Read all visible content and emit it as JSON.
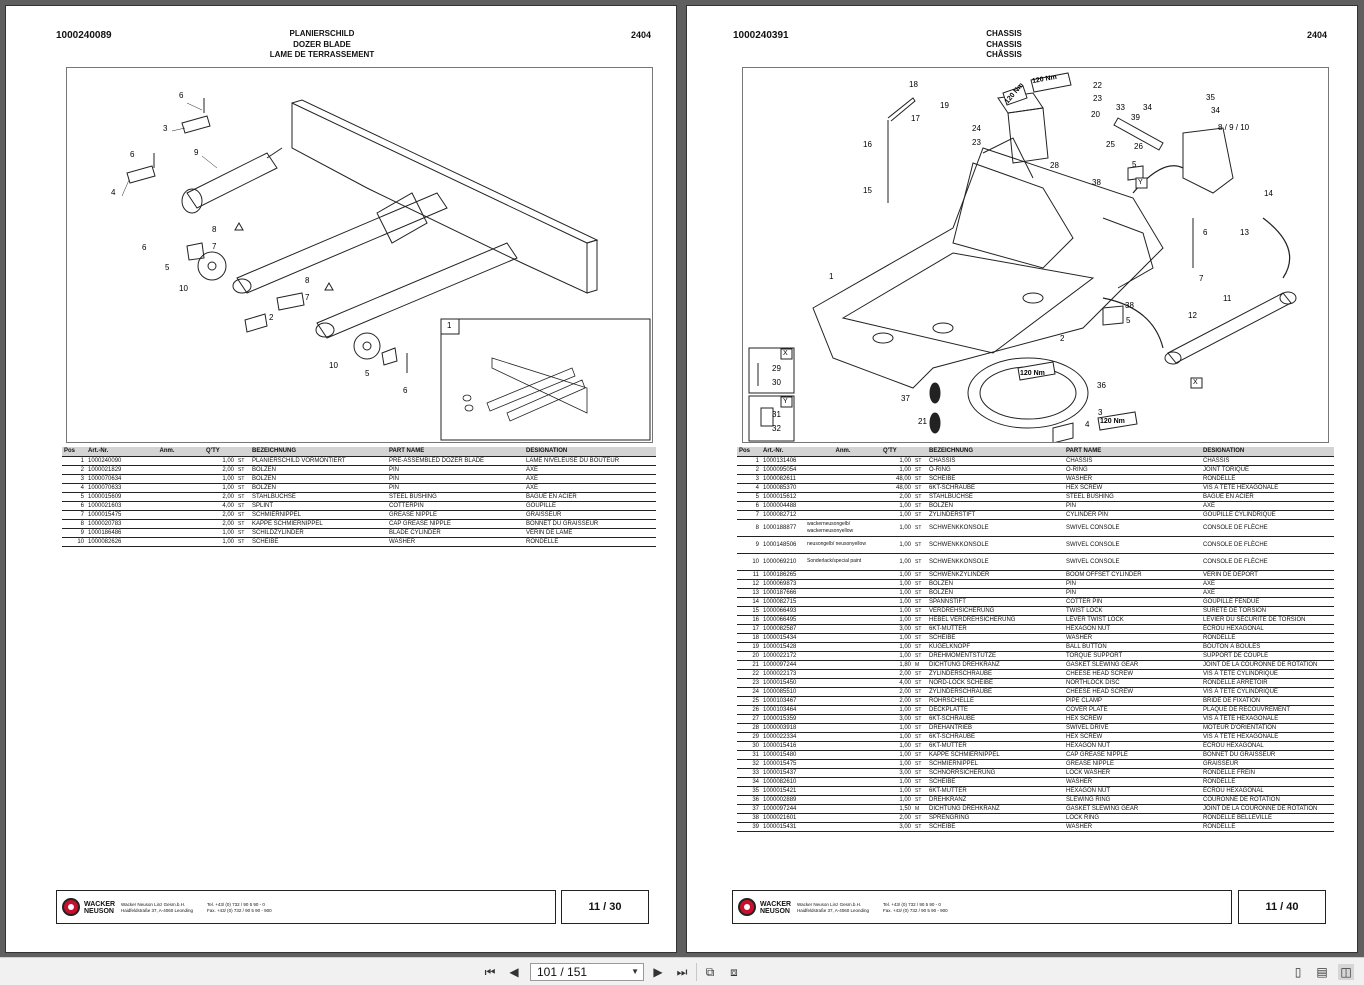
{
  "left_page": {
    "doc_number": "1000240089",
    "version": "2404",
    "title_lines": [
      "PLANIERSCHILD",
      "DOZER BLADE",
      "LAME DE TERRASSEMENT"
    ],
    "drawing_inset_label": "1",
    "callouts": [
      "6",
      "3",
      "9",
      "6",
      "4",
      "8",
      "7",
      "6",
      "5",
      "10",
      "8",
      "7",
      "2",
      "10",
      "5",
      "6"
    ],
    "table_headers": [
      "Pos",
      "Art.-Nr.",
      "Anm.",
      "Q'TY",
      "BEZEICHNUNG",
      "PART NAME",
      "DESIGNATION"
    ],
    "rows": [
      [
        "1",
        "1000240090",
        "",
        "1,00",
        "ST",
        "PLANIERSCHILD VORMONTIERT",
        "PRE-ASSEMBLED DOZER BLADE",
        "LAME NIVELEUSE DU BOUTEUR"
      ],
      [
        "2",
        "1000021829",
        "",
        "2,00",
        "ST",
        "BOLZEN",
        "PIN",
        "AXE"
      ],
      [
        "3",
        "1000070634",
        "",
        "1,00",
        "ST",
        "BOLZEN",
        "PIN",
        "AXE"
      ],
      [
        "4",
        "1000070633",
        "",
        "1,00",
        "ST",
        "BOLZEN",
        "PIN",
        "AXE"
      ],
      [
        "5",
        "1000015609",
        "",
        "2,00",
        "ST",
        "STAHLBUCHSE",
        "STEEL BUSHING",
        "BAGUE EN ACIER"
      ],
      [
        "6",
        "1000021603",
        "",
        "4,00",
        "ST",
        "SPLINT",
        "COTTERPIN",
        "GOUPILLE"
      ],
      [
        "7",
        "1000015475",
        "",
        "2,00",
        "ST",
        "SCHMIERNIPPEL",
        "GREASE NIPPLE",
        "GRAISSEUR"
      ],
      [
        "8",
        "1000020783",
        "",
        "2,00",
        "ST",
        "KAPPE SCHMIERNIPPEL",
        "CAP GREASE NIPPLE",
        "BONNET DU GRAISSEUR"
      ],
      [
        "9",
        "1000186486",
        "",
        "1,00",
        "ST",
        "SCHILDZYLINDER",
        "BLADE CYLINDER",
        "VÉRIN DE LAME"
      ],
      [
        "10",
        "1000082626",
        "",
        "1,00",
        "ST",
        "SCHEIBE",
        "WASHER",
        "RONDELLE"
      ]
    ],
    "footer": {
      "brand_line1": "WACKER",
      "brand_line2": "NEUSON",
      "addr_line1": "Wacker Neuson Linz  Gesm.b.H.",
      "addr_line2": "Haidfeldstraße 37, A-4060 Leonding",
      "tel_line1": "Tel. +43/ (0) 732 / 90 5 90 - 0",
      "tel_line2": "Fax. +43/ (0) 732 / 90 5 90 - 900",
      "page_count": "11 / 30"
    }
  },
  "right_page": {
    "doc_number": "1000240391",
    "version": "2404",
    "title_lines": [
      "CHASSIS",
      "CHASSIS",
      "CHÂSSIS"
    ],
    "torque_labels": [
      "120 Nm",
      "120 Nm",
      "120 Nm",
      "120 Nm"
    ],
    "callouts": [
      "18",
      "19",
      "17",
      "16",
      "15",
      "22",
      "23",
      "20",
      "24",
      "23",
      "28",
      "33",
      "34",
      "39",
      "25",
      "26",
      "5",
      "38",
      "35",
      "34",
      "8 / 9 / 10",
      "14",
      "13",
      "6",
      "7",
      "11",
      "12",
      "38",
      "5",
      "1",
      "2",
      "36",
      "37",
      "21",
      "3",
      "4",
      "29",
      "30",
      "31",
      "32",
      "X",
      "Y",
      "X",
      "Y"
    ],
    "table_headers": [
      "Pos",
      "Art.-Nr.",
      "Anm.",
      "Q'TY",
      "BEZEICHNUNG",
      "PART NAME",
      "DESIGNATION"
    ],
    "rows": [
      [
        "1",
        "1000131406",
        "",
        "1,00",
        "ST",
        "CHASSIS",
        "CHASSIS",
        "CHÂSSIS"
      ],
      [
        "2",
        "1000095054",
        "",
        "1,00",
        "ST",
        "O-RING",
        "O-RING",
        "JOINT TORIQUE"
      ],
      [
        "3",
        "1000082611",
        "",
        "48,00",
        "ST",
        "SCHEIBE",
        "WASHER",
        "RONDELLE"
      ],
      [
        "4",
        "1000085370",
        "",
        "48,00",
        "ST",
        "6KT-SCHRAUBE",
        "HEX SCREW",
        "VIS À TÊTE HEXAGONALE"
      ],
      [
        "5",
        "1000015612",
        "",
        "2,00",
        "ST",
        "STAHLBUCHSE",
        "STEEL BUSHING",
        "BAGUE EN ACIER"
      ],
      [
        "6",
        "1000004488",
        "",
        "1,00",
        "ST",
        "BOLZEN",
        "PIN",
        "AXE"
      ],
      [
        "7",
        "1000082712",
        "",
        "1,00",
        "ST",
        "ZYLINDERSTIFT",
        "CYLINDER PIN",
        "GOUPILLE CYLINDRIQUE"
      ],
      [
        "8",
        "1000188877",
        "wackerneusongelb/ wackerneusonyellow",
        "1,00",
        "ST",
        "SCHWENKKONSOLE",
        "SWIVEL CONSOLE",
        "CONSOLE DE FLÈCHE"
      ],
      [
        "9",
        "1000148506",
        "neusongelb/ neusonyellow",
        "1,00",
        "ST",
        "SCHWENKKONSOLE",
        "SWIVEL CONSOLE",
        "CONSOLE DE FLÈCHE"
      ],
      [
        "10",
        "1000069210",
        "Sonderlack/special paint",
        "1,00",
        "ST",
        "SCHWENKKONSOLE",
        "SWIVEL CONSOLE",
        "CONSOLE DE FLÈCHE"
      ],
      [
        "11",
        "1000186265",
        "",
        "1,00",
        "ST",
        "SCHWENKZYLINDER",
        "BOOM OFFSET CYLINDER",
        "VÉRIN DE DÉPORT"
      ],
      [
        "12",
        "1000069873",
        "",
        "1,00",
        "ST",
        "BOLZEN",
        "PIN",
        "AXE"
      ],
      [
        "13",
        "1000187666",
        "",
        "1,00",
        "ST",
        "BOLZEN",
        "PIN",
        "AXE"
      ],
      [
        "14",
        "1000082715",
        "",
        "1,00",
        "ST",
        "SPANNSTIFT",
        "COTTER PIN",
        "GOUPILLE FENDUE"
      ],
      [
        "15",
        "1000066493",
        "",
        "1,00",
        "ST",
        "VERDREHSICHERUNG",
        "TWIST LOCK",
        "SÛRETÉ DE TORSION"
      ],
      [
        "16",
        "1000066495",
        "",
        "1,00",
        "ST",
        "HEBEL VERDREHSICHERUNG",
        "LEVER TWIST LOCK",
        "LEVIER DU SÉCURITÉ DE TORSION"
      ],
      [
        "17",
        "1000082587",
        "",
        "3,00",
        "ST",
        "6KT-MUTTER",
        "HEXAGON NUT",
        "ÉCROU HEXAGONAL"
      ],
      [
        "18",
        "1000015434",
        "",
        "1,00",
        "ST",
        "SCHEIBE",
        "WASHER",
        "RONDELLE"
      ],
      [
        "19",
        "1000015428",
        "",
        "1,00",
        "ST",
        "KUGELKNOPF",
        "BALL BUTTON",
        "BOUTON À BOULES"
      ],
      [
        "20",
        "1000022172",
        "",
        "1,00",
        "ST",
        "DREHMOMENTSTÜTZE",
        "TORQUE SUPPORT",
        "SUPPORT DE COUPLE"
      ],
      [
        "21",
        "1000097244",
        "",
        "1,80",
        "M",
        "DICHTUNG DREHKRANZ",
        "GASKET SLEWING GEAR",
        "JOINT DE LA COURONNE DE ROTATION"
      ],
      [
        "22",
        "1000022173",
        "",
        "2,00",
        "ST",
        "ZYLINDERSCHRAUBE",
        "CHEESE HEAD SCREW",
        "VIS À TÊTE CYLINDRIQUE"
      ],
      [
        "23",
        "1000015450",
        "",
        "4,00",
        "ST",
        "NORD-LOCK SCHEIBE",
        "NORTHLOCK DISC",
        "RONDELLE ARRÊTOIR"
      ],
      [
        "24",
        "1000085510",
        "",
        "2,00",
        "ST",
        "ZYLINDERSCHRAUBE",
        "CHEESE HEAD SCREW",
        "VIS À TÊTE CYLINDRIQUE"
      ],
      [
        "25",
        "1000103467",
        "",
        "2,00",
        "ST",
        "ROHRSCHELLE",
        "PIPE CLAMP",
        "BRIDE DE FIXATION"
      ],
      [
        "26",
        "1000103464",
        "",
        "1,00",
        "ST",
        "DECKPLATTE",
        "COVER PLATE",
        "PLAQUE DE RECOUVREMENT"
      ],
      [
        "27",
        "1000015359",
        "",
        "3,00",
        "ST",
        "6KT-SCHRAUBE",
        "HEX SCREW",
        "VIS À TÊTE HEXAGONALE"
      ],
      [
        "28",
        "1000003918",
        "",
        "1,00",
        "ST",
        "DREHANTRIEB",
        "SWIVEL DRIVE",
        "MOTEUR D'ORIENTATION"
      ],
      [
        "29",
        "1000022334",
        "",
        "1,00",
        "ST",
        "6KT-SCHRAUBE",
        "HEX SCREW",
        "VIS À TÊTE HEXAGONALE"
      ],
      [
        "30",
        "1000015416",
        "",
        "1,00",
        "ST",
        "6KT-MUTTER",
        "HEXAGON NUT",
        "ÉCROU HEXAGONAL"
      ],
      [
        "31",
        "1000015480",
        "",
        "1,00",
        "ST",
        "KAPPE SCHMIERNIPPEL",
        "CAP GREASE NIPPLE",
        "BONNET DU GRAISSEUR"
      ],
      [
        "32",
        "1000015475",
        "",
        "1,00",
        "ST",
        "SCHMIERNIPPEL",
        "GREASE NIPPLE",
        "GRAISSEUR"
      ],
      [
        "33",
        "1000015437",
        "",
        "3,00",
        "ST",
        "SCHNORRSICHERUNG",
        "LOCK WASHER",
        "RONDELLE FREIN"
      ],
      [
        "34",
        "1000082610",
        "",
        "1,00",
        "ST",
        "SCHEIBE",
        "WASHER",
        "RONDELLE"
      ],
      [
        "35",
        "1000015421",
        "",
        "1,00",
        "ST",
        "6KT-MUTTER",
        "HEXAGON NUT",
        "ÉCROU HEXAGONAL"
      ],
      [
        "36",
        "1000002889",
        "",
        "1,00",
        "ST",
        "DREHKRANZ",
        "SLEWING RING",
        "COURONNE DE ROTATION"
      ],
      [
        "37",
        "1000097244",
        "",
        "1,50",
        "M",
        "DICHTUNG DREHKRANZ",
        "GASKET SLEWING GEAR",
        "JOINT DE LA COURONNE DE ROTATION"
      ],
      [
        "38",
        "1000021601",
        "",
        "2,00",
        "ST",
        "SPRENGRING",
        "LOCK RING",
        "RONDELLE BELLEVILLE"
      ],
      [
        "39",
        "1000015431",
        "",
        "3,00",
        "ST",
        "SCHEIBE",
        "WASHER",
        "RONDELLE"
      ]
    ],
    "footer": {
      "brand_line1": "WACKER",
      "brand_line2": "NEUSON",
      "addr_line1": "Wacker Neuson Linz  Gesm.b.H.",
      "addr_line2": "Haidfeldstraße 37, A-4060 Leonding",
      "tel_line1": "Tel. +43/ (0) 732 / 90 5 90 - 0",
      "tel_line2": "Fax. +43/ (0) 732 / 90 5 90 - 900",
      "page_count": "11 / 40"
    }
  },
  "toolbar": {
    "current_page": "101",
    "separator": "/",
    "total_pages": "151",
    "page_display": "101 / 151",
    "icons": [
      "first-page-icon",
      "prev-page-icon",
      "next-page-icon",
      "last-page-icon",
      "fit-page-icon",
      "fit-width-icon",
      "single-page-view-icon",
      "continuous-view-icon",
      "two-page-view-icon",
      "two-page-continuous-icon"
    ]
  }
}
